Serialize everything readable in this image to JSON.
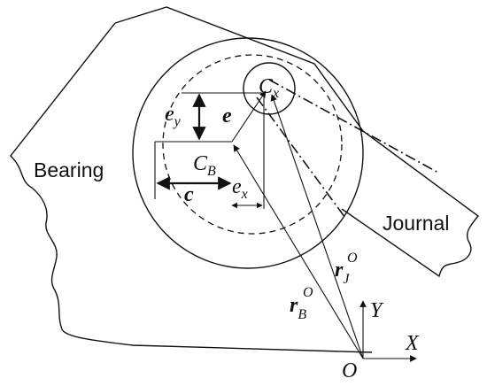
{
  "labels": {
    "bearing": "Bearing",
    "journal": "Journal",
    "c_x": "C",
    "c_x_sub": "x",
    "e": "e",
    "e_y": "e",
    "e_y_sub": "y",
    "e_x": "e",
    "e_x_sub": "x",
    "c_b": "C",
    "c_b_sub": "B",
    "c": "c",
    "r_j": "r",
    "r_j_sub": "J",
    "r_j_sup": "O",
    "r_b": "r",
    "r_b_sub": "B",
    "r_b_sup": "O",
    "axis_y": "Y",
    "axis_x": "X",
    "origin": "O"
  }
}
